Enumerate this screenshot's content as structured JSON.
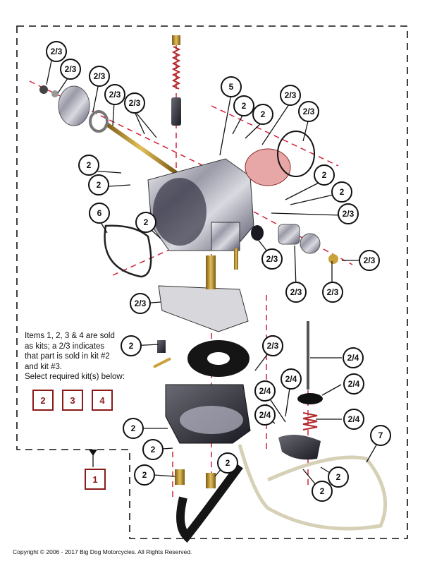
{
  "note": {
    "lines": [
      "Items 1, 2, 3 & 4 are sold",
      "as kits; a 2/3 indicates",
      "that part is sold in kit #2",
      "and kit #3.",
      "Select required kit(s) below:"
    ]
  },
  "kits": [
    "2",
    "3",
    "4"
  ],
  "kit_one": "1",
  "copyright": "Copyright © 2006 - 2017 Big Dog Motorcycles. All Rights Reserved.",
  "callouts": {
    "c1": "2/3",
    "c2": "2/3",
    "c3": "2/3",
    "c4": "2/3",
    "c5": "2/3",
    "c6": "5",
    "c7": "2",
    "c8": "2",
    "c9": "2/3",
    "c10": "2/3",
    "c11": "2",
    "c12": "2",
    "c13": "6",
    "c14": "2",
    "c15": "2",
    "c16": "2",
    "c17": "2/3",
    "c18": "2/3",
    "c19": "2/3",
    "c20": "2/3",
    "c21": "2/3",
    "c22": "2/3",
    "c23": "2/3",
    "c24": "2",
    "c25": "2/3",
    "c26": "2/4",
    "c27": "2/4",
    "c28": "2/4",
    "c29": "2/4",
    "c30": "2/4",
    "c31": "2/4",
    "c32": "2",
    "c33": "2",
    "c34": "2",
    "c35": "2",
    "c36": "7",
    "c37": "2",
    "c38": "2"
  },
  "colors": {
    "kit_border": "#8b1a1a",
    "dash": "#d0213a",
    "border": "#111111"
  }
}
